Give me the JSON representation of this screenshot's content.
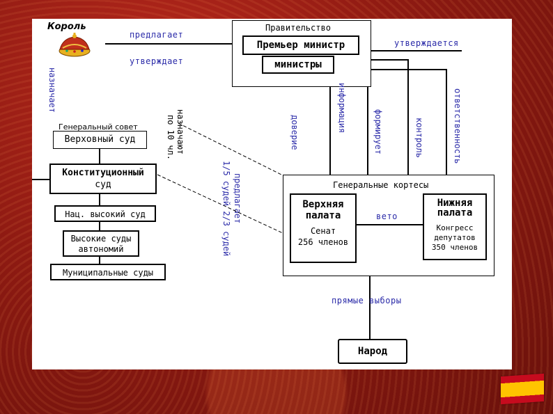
{
  "king": {
    "label": "Король"
  },
  "government": {
    "title": "Правительство",
    "prime_minister": "Премьер министр",
    "ministers": "министры"
  },
  "arrows": {
    "proposes_top": "предлагает",
    "approves_left": "утверждает",
    "approves_right": "утверждается",
    "appoints": "назначает",
    "proposes_nominates": "предлагает",
    "nominates_by_10": "по 10 чл.",
    "nominates_label": "назначают",
    "courts_fraction": "1/5 судей 2/3 судей",
    "trust": "доверие",
    "information": "информация",
    "forms": "формирует",
    "control": "контроль",
    "responsibility": "ответственность",
    "veto": "вето",
    "direct_elections": "прямые выборы"
  },
  "courts": {
    "general_council": "Генеральный совет",
    "supreme": "Верховный суд",
    "constitutional_line1": "Конституционный",
    "constitutional_line2": "суд",
    "national_high": "Нац. высокий суд",
    "autonomy_line1": "Высокие суды",
    "autonomy_line2": "автономий",
    "municipal": "Муниципальные суды"
  },
  "cortes": {
    "title": "Генеральные кортесы",
    "upper_line1": "Верхняя",
    "upper_line2": "палата",
    "senate": "Сенат",
    "senate_members": "256 членов",
    "lower_line1": "Нижняя",
    "lower_line2": "палата",
    "congress": "Конгресс",
    "deputies": "депутатов",
    "deputies_count": "350 членов"
  },
  "people": {
    "label": "Народ"
  },
  "colors": {
    "text_blue": "#2a2aa8",
    "frame_red": "#8e1a12"
  },
  "icons": {
    "crown": "crown-icon",
    "flag": "spain-flag-icon"
  }
}
